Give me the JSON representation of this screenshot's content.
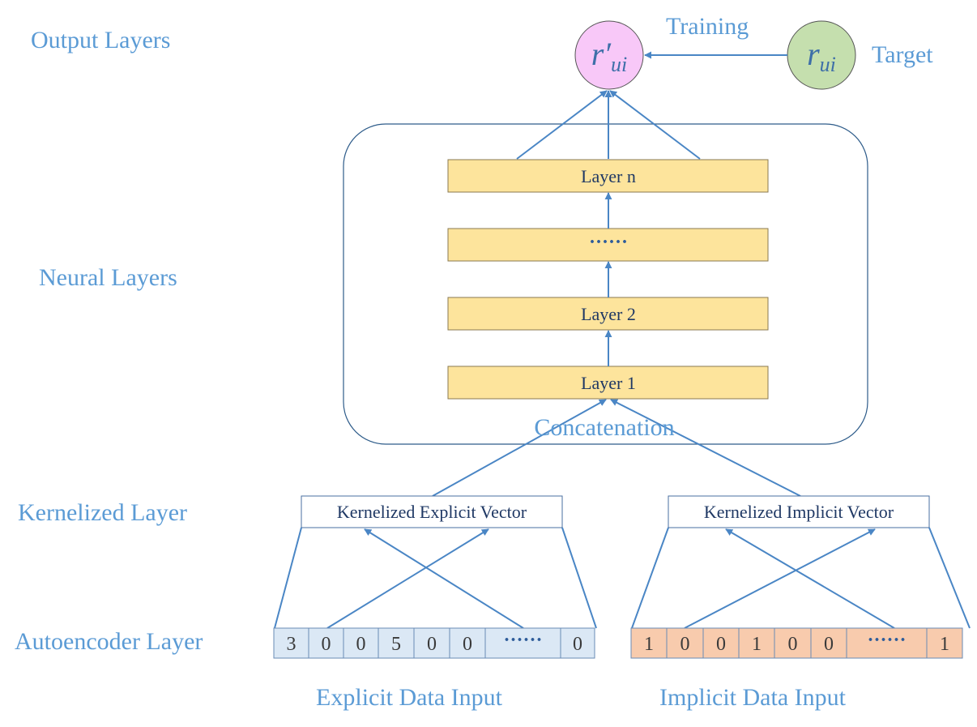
{
  "side_labels": {
    "output": "Output Layers",
    "neural": "Neural Layers",
    "kernelized": "Kernelized Layer",
    "autoencoder": "Autoencoder Layer"
  },
  "output": {
    "prediction_symbol": "r′",
    "prediction_subscript": "ui",
    "target_symbol": "r",
    "target_subscript": "ui",
    "training_label": "Training",
    "target_label": "Target",
    "prediction_color": "#f8c8f8",
    "target_color": "#c5dfae"
  },
  "neural": {
    "layers": [
      "Layer n",
      "······",
      "Layer 2",
      "Layer 1"
    ],
    "concatenation_label": "Concatenation",
    "layer_fill": "#fde49c"
  },
  "kernelized": {
    "explicit_label": "Kernelized Explicit Vector",
    "implicit_label": "Kernelized Implicit Vector"
  },
  "inputs": {
    "explicit_cells": [
      "3",
      "0",
      "0",
      "5",
      "0",
      "0",
      "······",
      "0"
    ],
    "implicit_cells": [
      "1",
      "0",
      "0",
      "1",
      "0",
      "0",
      "······",
      "1"
    ],
    "explicit_caption": "Explicit Data Input",
    "implicit_caption": "Implicit Data Input",
    "explicit_fill": "#dbe8f5",
    "implicit_fill": "#f8cbad"
  }
}
